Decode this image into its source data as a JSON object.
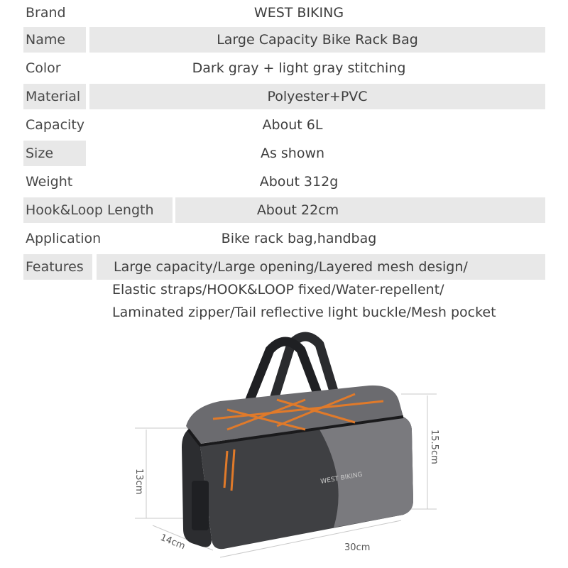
{
  "specs": [
    {
      "label": "Brand",
      "value": "WEST BIKING"
    },
    {
      "label": "Name",
      "value": "Large Capacity Bike Rack Bag"
    },
    {
      "label": "Color",
      "value": "Dark gray + light gray stitching"
    },
    {
      "label": "Material",
      "value": "Polyester+PVC"
    },
    {
      "label": "Capacity",
      "value": "About 6L"
    },
    {
      "label": "Size",
      "value": "As shown"
    },
    {
      "label": "Weight",
      "value": "About 312g"
    },
    {
      "label": "Hook&Loop Length",
      "value": "About 22cm"
    },
    {
      "label": "Application",
      "value": "Bike rack bag,handbag"
    }
  ],
  "features": {
    "label": "Features",
    "lines": [
      "Large capacity/Large opening/Layered mesh design/",
      "Elastic straps/HOOK&LOOP fixed/Water-repellent/",
      "Laminated zipper/Tail reflective light buckle/Mesh pocket"
    ]
  },
  "product": {
    "logo_text": "WEST BIKING",
    "dimensions": {
      "height_front": "13cm",
      "height_back": "15.5cm",
      "depth": "14cm",
      "length": "30cm"
    },
    "colors": {
      "body_dark": "#3a3b3e",
      "body_light": "#707074",
      "accent_orange": "#e07a2a"
    }
  }
}
